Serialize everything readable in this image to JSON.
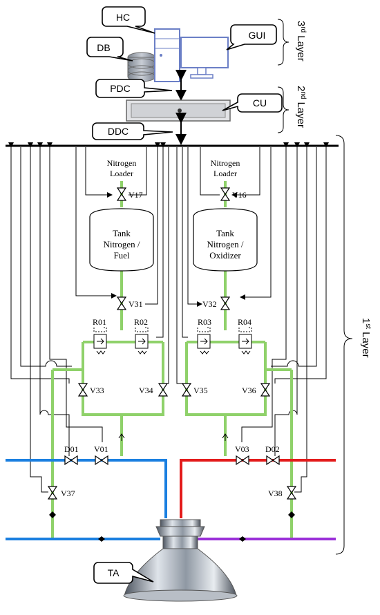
{
  "labels": {
    "hc": "HC",
    "db": "DB",
    "gui": "GUI",
    "pdc": "PDC",
    "cu": "CU",
    "ddc": "DDC",
    "ta": "TA"
  },
  "layers": {
    "third_num": "3",
    "third_sup": "rd",
    "third_word": "Layer",
    "second_num": "2",
    "second_sup": "nd",
    "second_word": "Layer",
    "first_num": "1",
    "first_sup": "st",
    "first_word": "Layer"
  },
  "left_tank": {
    "line1": "Tank",
    "line2": "Nitrogen /",
    "line3": "Fuel"
  },
  "right_tank": {
    "line1": "Tank",
    "line2": "Nitrogen /",
    "line3": "Oxidizer"
  },
  "loaders": {
    "left_line1": "Nitrogen",
    "left_line2": "Loader",
    "right_line1": "Nitrogen",
    "right_line2": "Loader"
  },
  "valves": {
    "v17": "V17",
    "v16": "V16",
    "v31": "V31",
    "v32": "V32",
    "r01": "R01",
    "r02": "R02",
    "r03": "R03",
    "r04": "R04",
    "v33": "V33",
    "v34": "V34",
    "v35": "V35",
    "v36": "V36",
    "d01": "D01",
    "v01": "V01",
    "v03": "V03",
    "d02": "D02",
    "v37": "V37",
    "v38": "V38"
  },
  "colors": {
    "nitrogen_line": "#8fd16a",
    "fuel_line": "#1a7fe0",
    "oxidizer_line": "#e31b1b",
    "purge_line": "#9b30d9",
    "hardware_blue": "#6b7fc6"
  }
}
